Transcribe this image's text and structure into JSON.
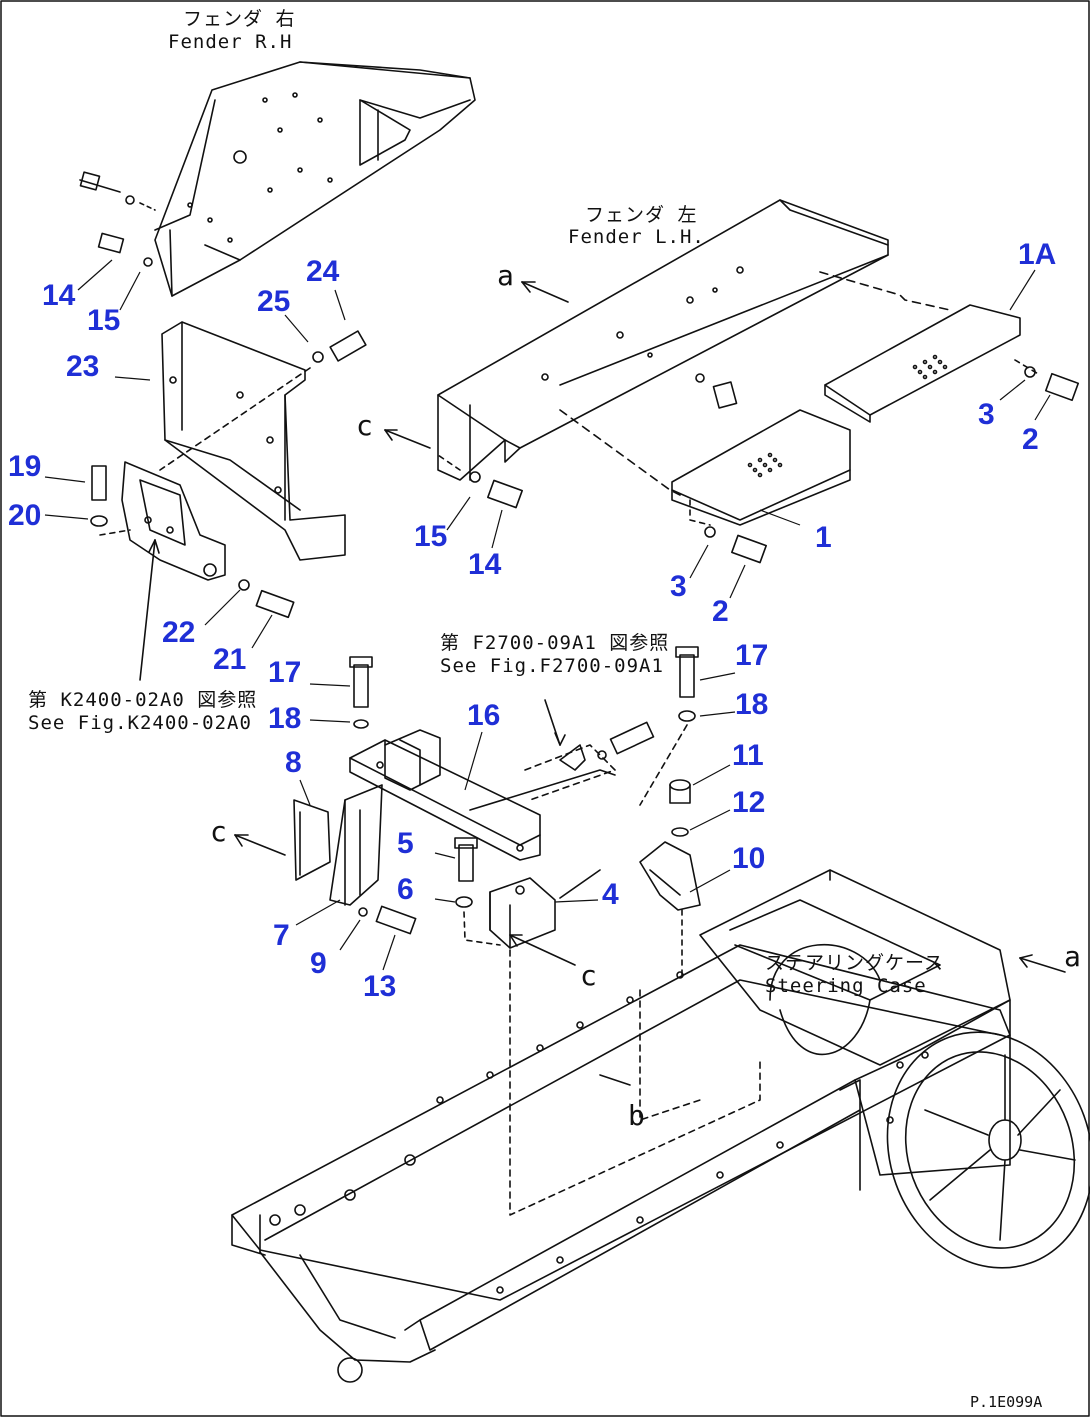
{
  "labels": {
    "fender_rh_jp": "フェンダ 右",
    "fender_rh_en": "Fender R.H",
    "fender_lh_jp": "フェンダ 左",
    "fender_lh_en": "Fender L.H.",
    "steering_jp": "ステアリングケース",
    "steering_en": "Steering Case",
    "see_fig_1_jp": "第 F2700-09A1 図参照",
    "see_fig_1_en": "See Fig.F2700-09A1",
    "see_fig_2_jp": "第 K2400-02A0 図参照",
    "see_fig_2_en": "See Fig.K2400-02A0",
    "drawing_code": "P.1E099A"
  },
  "refs": {
    "a": "a",
    "b": "b",
    "c": "c"
  },
  "parts": [
    "1",
    "1A",
    "2",
    "2",
    "3",
    "3",
    "4",
    "5",
    "6",
    "7",
    "8",
    "9",
    "10",
    "11",
    "12",
    "13",
    "14",
    "14",
    "15",
    "15",
    "16",
    "17",
    "17",
    "18",
    "18",
    "19",
    "20",
    "21",
    "22",
    "23",
    "24",
    "25"
  ]
}
